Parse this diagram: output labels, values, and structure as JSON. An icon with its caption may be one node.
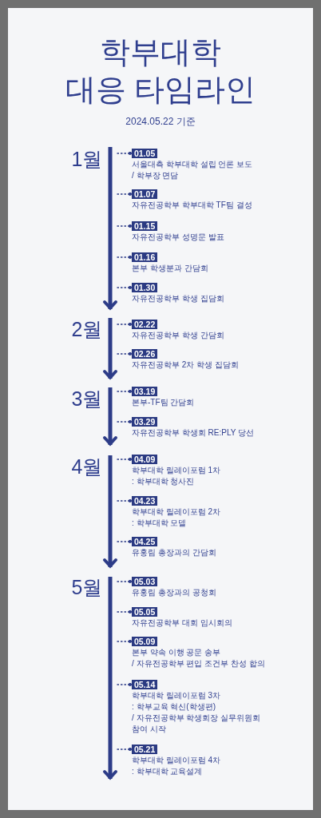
{
  "diagram": {
    "title": "학부대학 대응 타임라인",
    "nodes": [
      {
        "text": [],
        "shape": "bar",
        "beside": [
          "1월"
        ]
      },
      {
        "text": [
          "01.05"
        ],
        "beside": [
          "서울대측 학부대학 설립 언론 보도 / 학부장 면담"
        ]
      },
      {
        "text": [
          "01.07"
        ],
        "beside": [
          "자유전공학부 학부대학 TF팀 결성"
        ]
      },
      {
        "text": [
          "01.15"
        ],
        "beside": [
          "자유전공학부 성명문 발표"
        ]
      },
      {
        "text": [
          "01.16"
        ],
        "beside": [
          "본부 학생분과 간담회"
        ]
      },
      {
        "text": [
          "01.30"
        ],
        "beside": [
          "자유전공학부 학생 집담회"
        ]
      },
      {
        "text": [],
        "shape": "bar",
        "beside": [
          "2월"
        ]
      },
      {
        "text": [
          "02.22"
        ],
        "beside": [
          "자유전공학부 학생 간담회"
        ]
      },
      {
        "text": [
          "02.26"
        ],
        "beside": [
          "자유전공학부 2차 학생 집담회"
        ]
      },
      {
        "text": [],
        "shape": "bar",
        "beside": [
          "3월"
        ]
      },
      {
        "text": [
          "03.19"
        ],
        "beside": [
          "본부-TF팀 간담회"
        ]
      },
      {
        "text": [
          "03.29"
        ],
        "beside": [
          "자유전공학부 학생회 RE:PLY 당선"
        ]
      },
      {
        "text": [],
        "shape": "bar",
        "beside": [
          "4월"
        ]
      },
      {
        "text": [
          "04.09"
        ],
        "beside": [
          "학부대학 릴레이포럼 1차 : 학부대학 청사진"
        ]
      },
      {
        "text": [
          "04.23"
        ],
        "beside": [
          "학부대학 릴레이포럼 2차 : 학부대학 모델"
        ]
      },
      {
        "text": [
          "04.25"
        ],
        "beside": [
          "유홍림 총장과의 간담회"
        ]
      },
      {
        "text": [],
        "shape": "bar",
        "beside": [
          "5월"
        ]
      },
      {
        "text": [
          "05.03"
        ],
        "beside": [
          "유홍림 총장과의 공청회"
        ]
      },
      {
        "text": [
          "05.05"
        ],
        "beside": [
          "자유전공학부 대회 임시회의"
        ]
      },
      {
        "text": [
          "05.09"
        ],
        "beside": [
          "본부 약속 이행 공문 송부 / 자유전공학부 편입 조건부 찬성 합의"
        ]
      },
      {
        "text": [
          "05.14"
        ],
        "beside": [
          "학부대학 릴레이포럼 3차 : 학부교육 혁신(학생편) / 자유전공학부 학생회장 실무위원회 참여 시작"
        ]
      },
      {
        "text": [
          "05.21"
        ],
        "beside": [
          "학부대학 릴레이포럼 4차 : 학부대학 교육설계"
        ]
      }
    ],
    "edges": [
      {
        "from": 0,
        "to": 1,
        "arrow": "other",
        "style": "dashed"
      },
      {
        "from": 0,
        "to": 2,
        "arrow": "other",
        "style": "dashed"
      },
      {
        "from": 0,
        "to": 3,
        "arrow": "other",
        "style": "dashed"
      },
      {
        "from": 0,
        "to": 4,
        "arrow": "other",
        "style": "dashed"
      },
      {
        "from": 0,
        "to": 5,
        "arrow": "other",
        "style": "dashed"
      },
      {
        "from": 6,
        "to": 7,
        "arrow": "other",
        "style": "dashed"
      },
      {
        "from": 6,
        "to": 8,
        "arrow": "other",
        "style": "dashed"
      },
      {
        "from": 9,
        "to": 10,
        "arrow": "other",
        "style": "dashed"
      },
      {
        "from": 9,
        "to": 11,
        "arrow": "other",
        "style": "dashed"
      },
      {
        "from": 12,
        "to": 13,
        "arrow": "other",
        "style": "dashed"
      },
      {
        "from": 12,
        "to": 14,
        "arrow": "other",
        "style": "dashed"
      },
      {
        "from": 12,
        "to": 15,
        "arrow": "other",
        "style": "dashed"
      },
      {
        "from": 16,
        "to": 17,
        "arrow": "other",
        "style": "dashed"
      },
      {
        "from": 16,
        "to": 18,
        "arrow": "other",
        "style": "dashed"
      },
      {
        "from": 16,
        "to": 19,
        "arrow": "other",
        "style": "dashed"
      },
      {
        "from": 16,
        "to": 20,
        "arrow": "other",
        "style": "dashed"
      },
      {
        "from": 16,
        "to": 21,
        "arrow": "other",
        "style": "dashed"
      }
    ],
    "labels": [
      "2024.05.22 기준"
    ]
  }
}
